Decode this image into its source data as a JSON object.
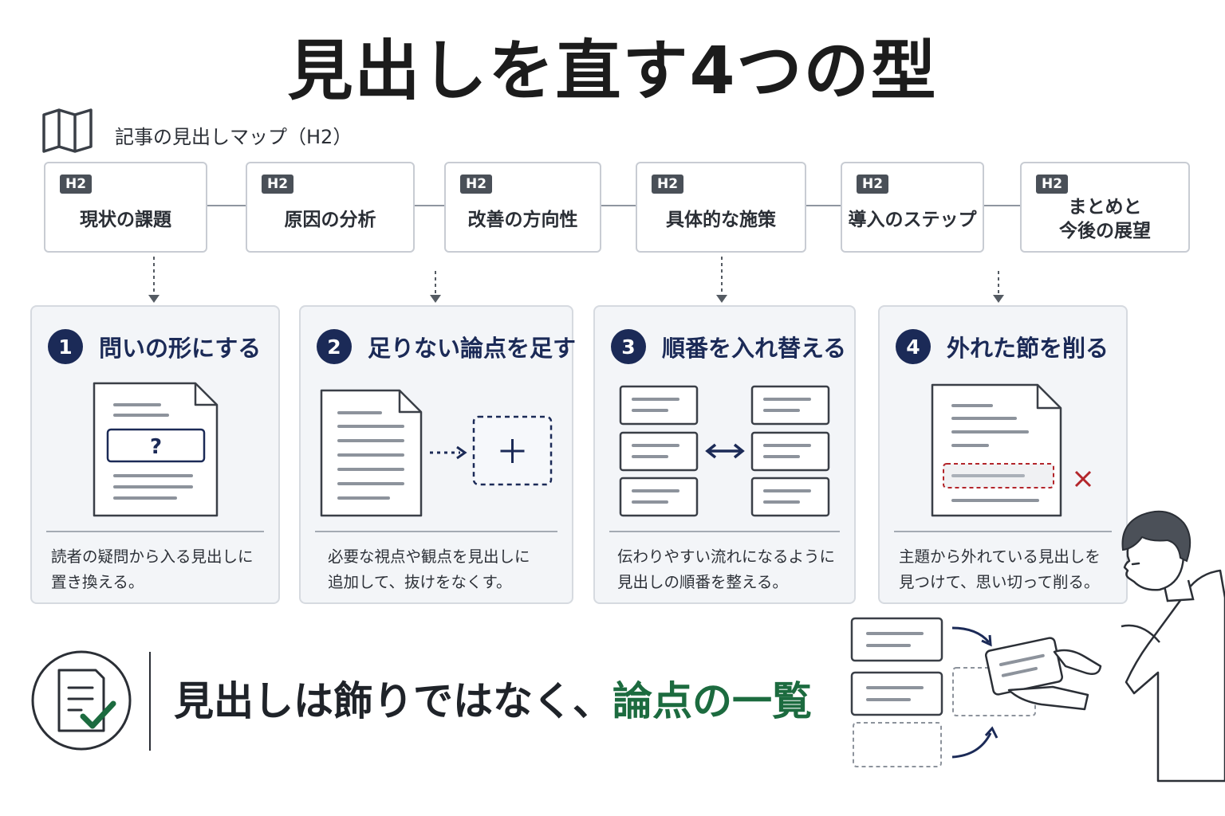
{
  "title": "見出しを直す4つの型",
  "map": {
    "icon": "map-icon",
    "label": "記事の見出しマップ（H2）",
    "headings": [
      {
        "tag": "H2",
        "text": "現状の課題"
      },
      {
        "tag": "H2",
        "text": "原因の分析"
      },
      {
        "tag": "H2",
        "text": "改善の方向性"
      },
      {
        "tag": "H2",
        "text": "具体的な施策"
      },
      {
        "tag": "H2",
        "text": "導入のステップ"
      },
      {
        "tag": "H2",
        "line1": "まとめと",
        "line2": "今後の展望"
      }
    ]
  },
  "cards": [
    {
      "num": "1",
      "title": "問いの形にする",
      "icon": "question-heading-icon",
      "desc1": "読者の疑問から入る見出しに",
      "desc2": "置き換える。",
      "mark": "?"
    },
    {
      "num": "2",
      "title": "足りない論点を足す",
      "icon": "add-section-icon",
      "desc1": "必要な視点や観点を見出しに",
      "desc2": "追加して、抜けをなくす。"
    },
    {
      "num": "3",
      "title": "順番を入れ替える",
      "icon": "swap-order-icon",
      "desc1": "伝わりやすい流れになるように",
      "desc2": "見出しの順番を整える。"
    },
    {
      "num": "4",
      "title": "外れた節を削る",
      "icon": "delete-section-icon",
      "desc1": "主題から外れている見出しを",
      "desc2": "見つけて、思い切って削る。"
    }
  ],
  "tagline": {
    "icon": "checklist-icon",
    "main": "見出しは飾りではなく、",
    "accent": "論点の一覧"
  },
  "colors": {
    "navy": "#1b2a57",
    "green": "#1c6b3f",
    "red": "#b3262b"
  }
}
